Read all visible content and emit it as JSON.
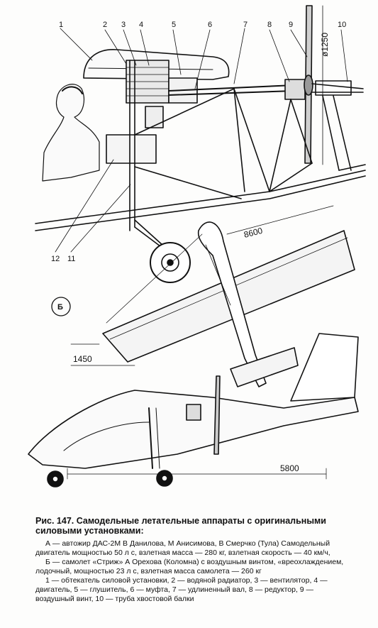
{
  "figure": {
    "callouts": [
      "1",
      "2",
      "3",
      "4",
      "5",
      "6",
      "7",
      "8",
      "9",
      "10",
      "12",
      "11"
    ],
    "propeller_dimension": "ø1250",
    "wingspan_dimension": "8600",
    "chord_dimension": "1450",
    "length_dimension": "5800",
    "view_label_b": "Б"
  },
  "caption": {
    "title": "Рис. 147. Самодельные летательные аппараты с оригинальными силовыми установками:",
    "para_a": "А — автожир ДАС-2М В Данилова, М Анисимова, В Смерчко (Тула) Самодельный двигатель мощностью 50 л с, взлетная масса — 280 кг, взлетная скорость — 40 км/ч,",
    "para_b": "Б — самолет «Стриж» А Орехова (Коломна) с воздушным винтом, «вреохлаждением, лодочный, мощностью 23 л с, взлетная масса самолета — 260 кг",
    "legend": "1 — обтекатель силовой установки, 2 — водяной радиатор, 3 — вентилятор, 4 — двигатель, 5 — глушитель, 6 — муфта, 7 — удлиненный вал, 8 — редуктор, 9 — воздушный винт, 10 — труба хвостовой балки"
  }
}
